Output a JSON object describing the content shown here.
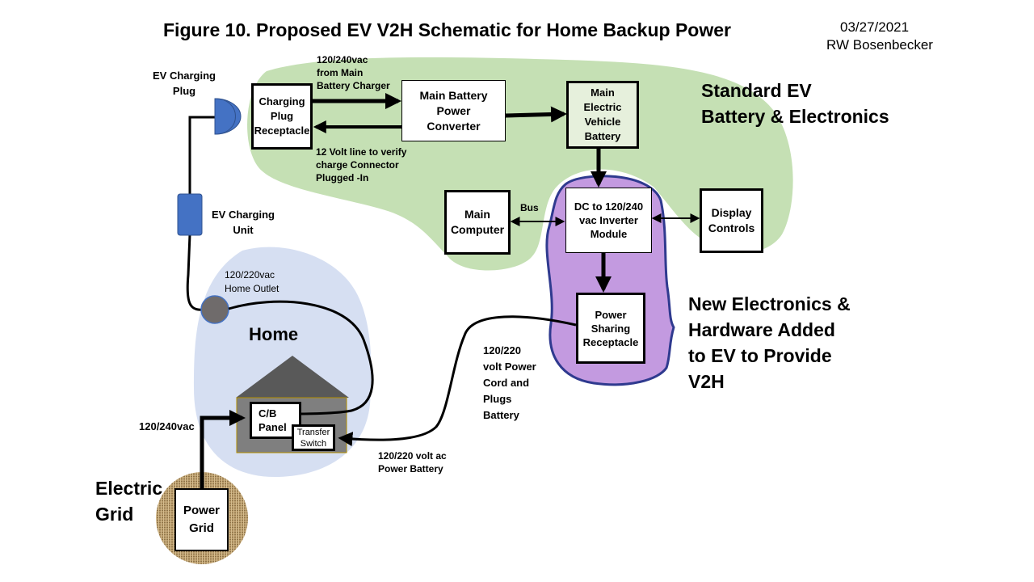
{
  "header": {
    "title": "Figure 10. Proposed EV V2H Schematic for Home Backup Power",
    "date": "03/27/2021",
    "author": "RW Bosenbecker"
  },
  "regions": {
    "standard_ev": "Standard EV\n Battery & Electronics",
    "new_electronics": "New Electronics &\nHardware Added\nto EV to Provide\nV2H",
    "home": "Home",
    "electric_grid": "Electric\nGrid"
  },
  "boxes": {
    "charging_plug_receptacle": "Charging\nPlug\nReceptacle",
    "main_battery_power_converter": "Main Battery\nPower\nConverter",
    "main_ev_battery": "Main\nElectric\nVehicle\nBattery",
    "main_computer": "Main\nComputer",
    "inverter_module": "DC to 120/240\nvac Inverter\nModule",
    "display_controls": "Display\nControls",
    "power_sharing_receptacle": "Power\nSharing\nReceptacle",
    "cb_panel": "C/B\nPanel",
    "transfer_switch": "Transfer\nSwitch",
    "power_grid": "Power\nGrid"
  },
  "labels": {
    "ev_charging_plug": "EV Charging\nPlug",
    "ev_charging_unit": "EV Charging\nUnit",
    "home_outlet": "120/220vac\nHome Outlet",
    "charger_feed": "120/240vac\nfrom Main\nBattery Charger",
    "verify_line": "12 Volt line to verify\ncharge Connector\nPlugged -In",
    "bus": "Bus",
    "power_cord": "120/220\nvolt Power\nCord and\nPlugs\nBattery",
    "ac_power_battery": "120/220  volt ac\nPower Battery",
    "grid_feed": "120/240vac"
  },
  "colors": {
    "green_region": "#c5e0b4",
    "purple_region": "#c39ae0",
    "purple_outline": "#2f3a8f",
    "home_region": "#d6dff2",
    "plug_blue": "#4472c4",
    "house_roof": "#595959",
    "house_body": "#7f7f7f",
    "burlap": "#b89a6a"
  }
}
